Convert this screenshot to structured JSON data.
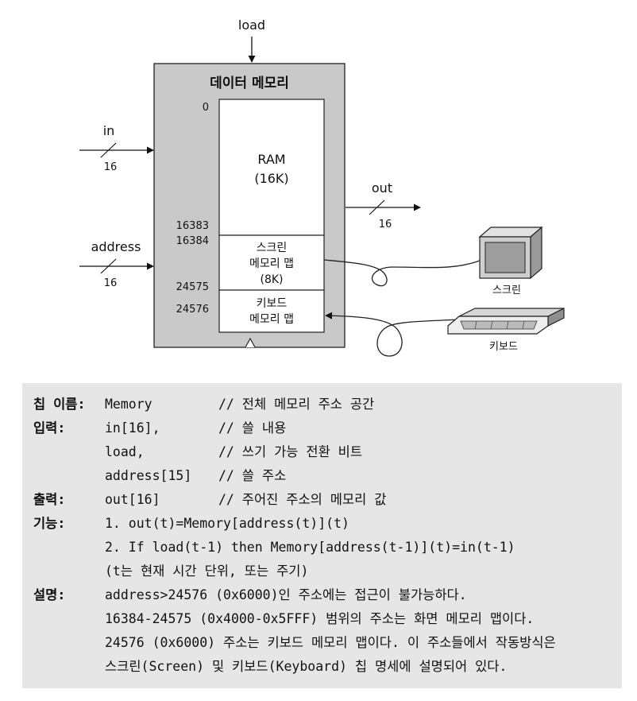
{
  "diagram": {
    "title": "데이터 메모리",
    "load_label": "load",
    "in_label": "in",
    "in_width": "16",
    "address_label": "address",
    "address_width": "16",
    "out_label": "out",
    "out_width": "16",
    "addr_0": "0",
    "addr_16383": "16383",
    "addr_16384": "16384",
    "addr_24575": "24575",
    "addr_24576": "24576",
    "ram_label_1": "RAM",
    "ram_label_2": "(16K)",
    "screen_map_1": "스크린",
    "screen_map_2": "메모리 맵",
    "screen_map_3": "(8K)",
    "kbd_map_1": "키보드",
    "kbd_map_2": "메모리 맵",
    "monitor_caption": "스크린",
    "keyboard_caption": "키보드"
  },
  "spec": {
    "lines": [
      {
        "key": "칩 이름:",
        "value": "Memory",
        "comment": "// 전체 메모리 주소 공간"
      },
      {
        "key": "입력:",
        "value": "in[16],",
        "comment": "// 쓸 내용"
      },
      {
        "key": "",
        "value": "load,",
        "comment": "// 쓰기 가능 전환 비트"
      },
      {
        "key": "",
        "value": "address[15]",
        "comment": "// 쓸 주소"
      },
      {
        "key": "출력:",
        "value": "out[16]",
        "comment": "// 주어진 주소의 메모리 값"
      },
      {
        "key": "기능:",
        "value": "1. out(t)=Memory[address(t)](t)",
        "comment": ""
      },
      {
        "key": "",
        "value": "2. If load(t-1) then Memory[address(t-1)](t)=in(t-1)",
        "comment": ""
      },
      {
        "key": "",
        "value": "(t는 현재 시간 단위, 또는 주기)",
        "comment": ""
      },
      {
        "key": "설명:",
        "value": "address>24576 (0x6000)인 주소에는 접근이 불가능하다.",
        "comment": ""
      },
      {
        "key": "",
        "value": "16384-24575 (0x4000-0x5FFF) 범위의 주소는 화면 메모리 맵이다.",
        "comment": ""
      },
      {
        "key": "",
        "value": "24576 (0x6000) 주소는 키보드 메모리 맵이다. 이 주소들에서 작동방식은",
        "comment": ""
      },
      {
        "key": "",
        "value": "스크린(Screen) 및 키보드(Keyboard) 칩 명세에 설명되어 있다.",
        "comment": ""
      }
    ]
  }
}
